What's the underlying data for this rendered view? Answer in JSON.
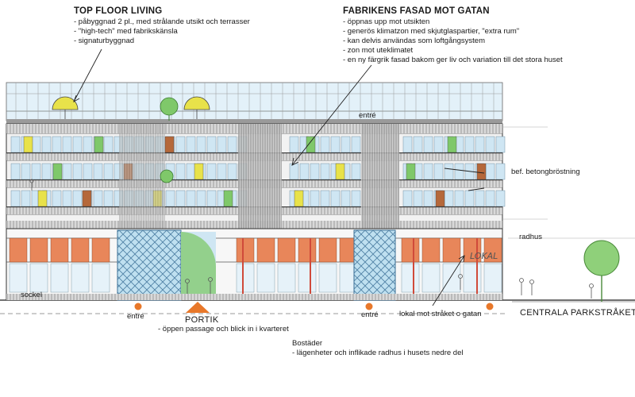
{
  "top_floor": {
    "title": "TOP FLOOR LIVING",
    "items": [
      "- påbyggnad 2 pl., med strålande utsikt och terrasser",
      "- \"high-tech\" med fabrikskänsla",
      "- signaturbyggnad"
    ]
  },
  "facade": {
    "title": "FABRIKENS FASAD MOT GATAN",
    "items": [
      "- öppnas upp mot utsikten",
      "- generös klimatzon med skjutglaspartier, \"extra rum\"",
      "- kan delvis användas som loftgångsystem",
      "- zon mot uteklimatet",
      "- en ny färgrik fasad bakom ger liv och variation till det stora huset"
    ]
  },
  "labels": {
    "entre_top": "entré",
    "betong": "bef. betongbröstning",
    "radhus": "radhus",
    "sockel": "sockel",
    "entre_left": "entré",
    "entre_mid": "entré",
    "portik": "PORTIK",
    "portik_note": "- öppen passage och blick in i kvarteret",
    "lokal": "lokal mot stråket o gatan",
    "parkstraket": "CENTRALA PARKSTRÅKET",
    "lokal_sign": "LOKAL"
  },
  "bostader": {
    "title": "Bostäder",
    "note": "- lägenheter och inflikade radhus i husets nedre del"
  },
  "colors": {
    "glass": "#cfe6f3",
    "frame": "#3a3a3a",
    "yellow": "#e8e24a",
    "green": "#7fc86a",
    "orange": "#e8865a",
    "brown": "#b5683a",
    "dot": "#e8782a"
  }
}
